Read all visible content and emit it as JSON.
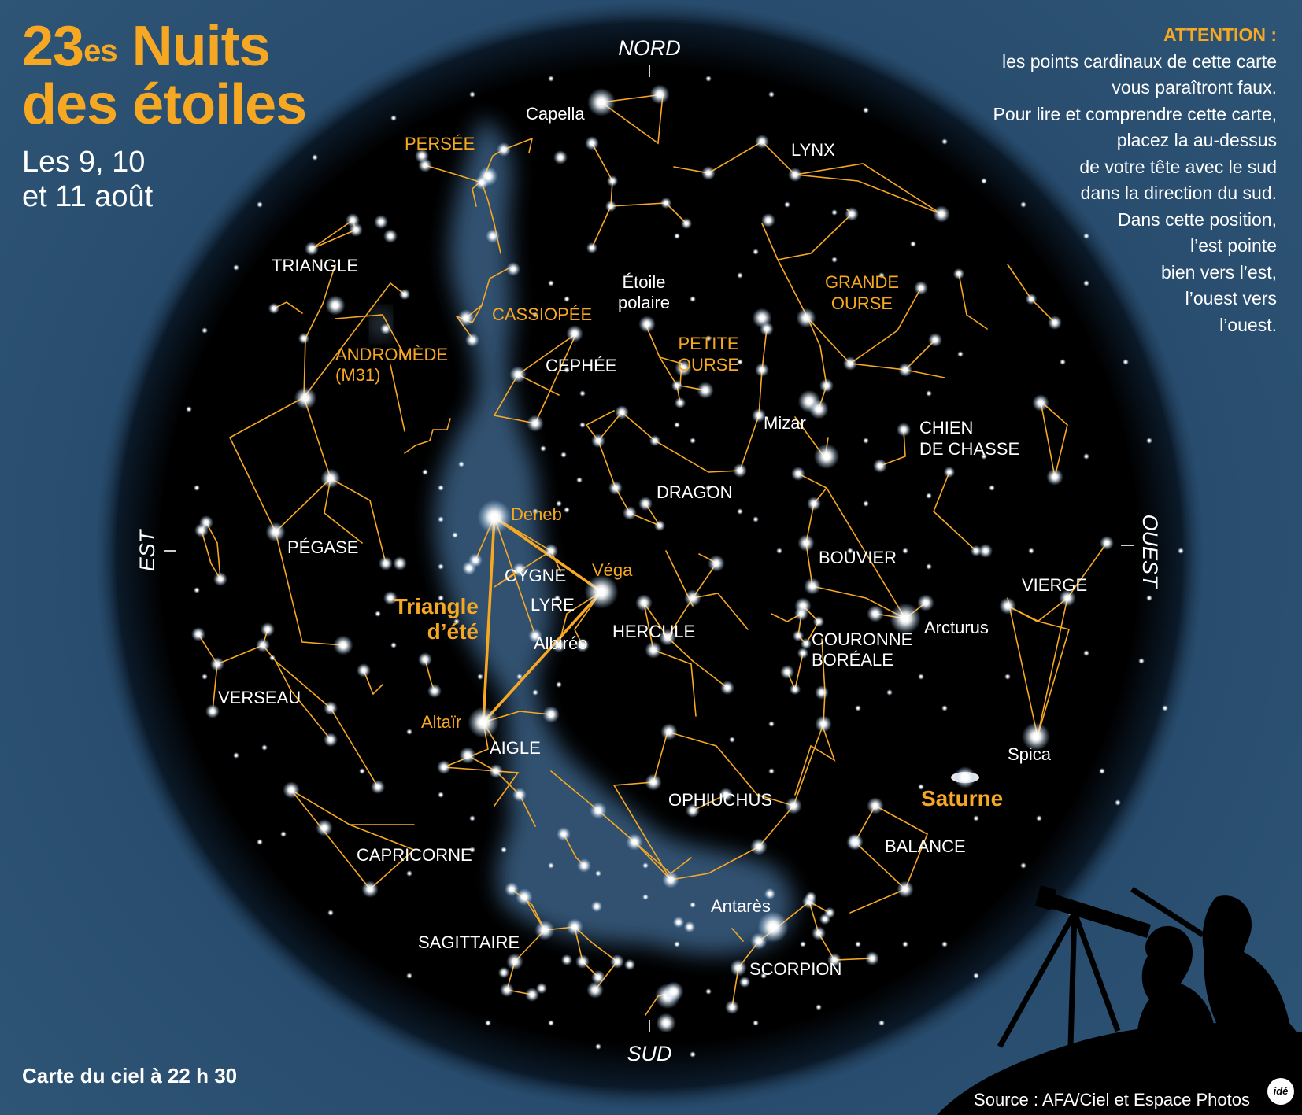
{
  "title": {
    "number": "23",
    "suffix": "es",
    "line1_rest": "Nuits",
    "line2": "des étoiles"
  },
  "dates": {
    "line1": "Les 9, 10",
    "line2": "et 11 août"
  },
  "attention": {
    "heading": "ATTENTION :",
    "lines": [
      "les points cardinaux de cette carte",
      "vous paraîtront faux.",
      "Pour lire et comprendre cette carte,",
      "placez la au-dessus",
      "de votre tête avec le sud",
      "dans la direction du sud.",
      "Dans cette position,",
      "l’est pointe",
      "bien vers l’est,",
      "l’ouest vers",
      "l’ouest."
    ]
  },
  "cardinals": {
    "north": "NORD",
    "south": "SUD",
    "east": "EST",
    "west": "OUEST"
  },
  "map_caption": "Carte du ciel à 22 h 30",
  "source": "Source : AFA/Ciel et Espace Photos",
  "logo_text": "idé",
  "colors": {
    "accent": "#f7a823",
    "background": "#2b5274",
    "sky": "#000000",
    "milky_way": "#3d6284",
    "text": "#ffffff"
  },
  "constellation_labels": {
    "triangle": "TRIANGLE",
    "persee": "PERSÉE",
    "capella": "Capella",
    "lynx": "LYNX",
    "cassiopee": "CASSIOPÉE",
    "etoile_polaire_1": "Étoile",
    "etoile_polaire_2": "polaire",
    "grande_ourse_1": "GRANDE",
    "grande_ourse_2": "OURSE",
    "petite_ourse_1": "PETITE",
    "petite_ourse_2": "OURSE",
    "andromede_1": "ANDROMÈDE",
    "andromede_2": "(M31)",
    "cephee": "CEPHÉE",
    "mizar": "Mizar",
    "chien_chasse_1": "CHIEN",
    "chien_chasse_2": "DE CHASSE",
    "dragon": "DRAGON",
    "deneb": "Deneb",
    "pegase": "PÉGASE",
    "cygne": "CYGNE",
    "vega": "Véga",
    "bouvier": "BOUVIER",
    "lyre": "LYRE",
    "vierge": "VIERGE",
    "triangle_ete_1": "Triangle",
    "triangle_ete_2": "d’été",
    "hercule": "HERCULE",
    "albireo": "Albiréo",
    "couronne_1": "COURONNE",
    "couronne_2": "BORÉALE",
    "arcturus": "Arcturus",
    "verseau": "VERSEAU",
    "altair": "Altaïr",
    "aigle": "AIGLE",
    "spica": "Spica",
    "saturne": "Saturne",
    "ophiuchus": "OPHIUCHUS",
    "balance": "BALANCE",
    "capricorne": "CAPRICORNE",
    "antares": "Antarès",
    "sagittaire": "SAGITTAIRE",
    "scorpion": "SCORPION"
  }
}
